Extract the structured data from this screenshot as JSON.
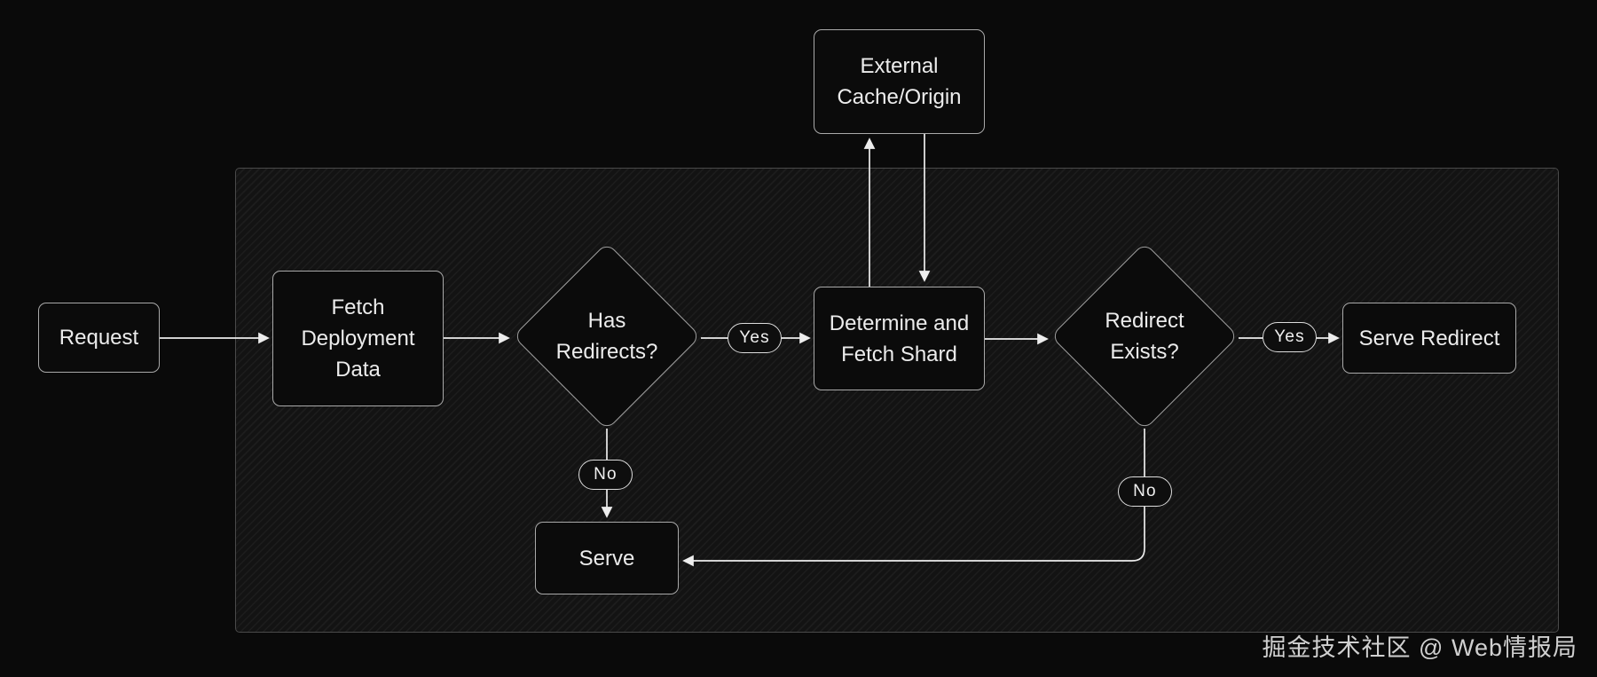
{
  "diagram_type": "flowchart",
  "nodes": {
    "request": {
      "label": "Request"
    },
    "fetch_deployment_data": {
      "lines": [
        "Fetch",
        "Deployment",
        "Data"
      ]
    },
    "has_redirects": {
      "lines": [
        "Has",
        "Redirects?"
      ]
    },
    "determine_and_fetch_shard": {
      "lines": [
        "Determine and",
        "Fetch Shard"
      ]
    },
    "redirect_exists": {
      "lines": [
        "Redirect",
        "Exists?"
      ]
    },
    "serve_redirect": {
      "label": "Serve Redirect"
    },
    "serve": {
      "label": "Serve"
    },
    "external_cache_origin": {
      "lines": [
        "External",
        "Cache/Origin"
      ]
    }
  },
  "edge_labels": {
    "has_redirects_yes": "Yes",
    "has_redirects_no": "No",
    "redirect_exists_yes": "Yes",
    "redirect_exists_no": "No"
  },
  "edges": [
    {
      "from": "request",
      "to": "fetch_deployment_data",
      "label": ""
    },
    {
      "from": "fetch_deployment_data",
      "to": "has_redirects",
      "label": ""
    },
    {
      "from": "has_redirects",
      "to": "determine_and_fetch_shard",
      "label": "Yes"
    },
    {
      "from": "has_redirects",
      "to": "serve",
      "label": "No"
    },
    {
      "from": "determine_and_fetch_shard",
      "to": "external_cache_origin",
      "label": ""
    },
    {
      "from": "external_cache_origin",
      "to": "determine_and_fetch_shard",
      "label": ""
    },
    {
      "from": "determine_and_fetch_shard",
      "to": "redirect_exists",
      "label": ""
    },
    {
      "from": "redirect_exists",
      "to": "serve_redirect",
      "label": "Yes"
    },
    {
      "from": "redirect_exists",
      "to": "serve",
      "label": "No"
    }
  ],
  "watermark": "掘金技术社区 @ Web情报局",
  "colors": {
    "background": "#0a0a0a",
    "container_fill": "#131313",
    "container_border": "#4a4a4a",
    "node_fill": "#0b0b0b",
    "node_border": "#a9a9a9",
    "pill_border": "#dcdcdc",
    "text": "#ececec",
    "arrow": "#ededed",
    "watermark": "#d0d0d0"
  }
}
